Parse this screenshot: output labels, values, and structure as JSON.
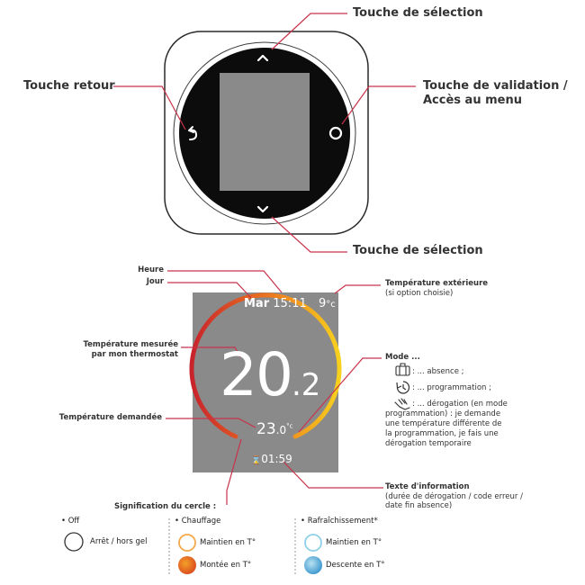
{
  "device_labels": {
    "select_top": "Touche de sélection",
    "back": "Touche retour",
    "validate_line1": "Touche de validation /",
    "validate_line2": "Accès au menu",
    "select_bottom": "Touche de sélection"
  },
  "screen_labels": {
    "hour": "Heure",
    "day": "Jour",
    "outside_temp_line1": "Température extérieure",
    "outside_temp_line2": "(si option choisie)",
    "measured_line1": "Température mesurée",
    "measured_line2": "par mon thermostat",
    "requested": "Température demandée",
    "mode_title": "Mode ...",
    "mode_absence": ": ... absence ;",
    "mode_program": ": ... programmation ;",
    "mode_override_lines": [
      ": ... dérogation (en mode",
      "programmation) : je demande",
      "une température différente de",
      "la programmation, je fais une",
      "dérogation temporaire"
    ],
    "info_title": "Texte d'information",
    "info_lines": [
      "(durée de dérogation / code erreur /",
      "date fin absence)"
    ]
  },
  "display": {
    "day": "Mar",
    "time": "15:11",
    "outside_temp": "9",
    "outside_unit": "°c",
    "measured_int": "20",
    "measured_dec": ".2",
    "set_int": "23",
    "set_dec": ".0",
    "set_unit": "°c",
    "timer_icon": "hourglass-icon",
    "timer": "01:59"
  },
  "legend": {
    "title": "Signification du cercle :",
    "off_header": "• Off",
    "off_item": "Arrêt / hors gel",
    "heat_header": "• Chauffage",
    "heat_items": [
      "Maintien en T°",
      "Montée en T°"
    ],
    "cool_header": "• Rafraîchissement*",
    "cool_items": [
      "Maintien en T°",
      "Descente en T°"
    ]
  },
  "colors": {
    "callout_line": "#c8334a",
    "arc_red": "#d9272e",
    "arc_orange": "#f08a1c",
    "arc_yellow": "#f6c21a",
    "screen_gray": "#8a8a8a",
    "heat_maintain": "#f4a94a",
    "heat_rise": "#e8651e",
    "cool_maintain": "#8fd0e8",
    "cool_descend": "#3a9fd6"
  }
}
